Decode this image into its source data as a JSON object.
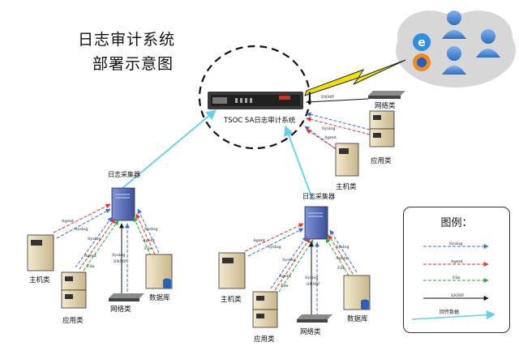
{
  "title": {
    "line1": "日志审计系统",
    "line2": "部署示意图"
  },
  "center_device": {
    "label": "TSOC SA日志审计系统",
    "badge_color": "#c0392b"
  },
  "center_links": {
    "snmp": "SNMP",
    "syslog_agent": "Syslog\nAgent"
  },
  "right_cluster": {
    "network_label": "网络类",
    "app_label": "应用类",
    "host_label": "主机类"
  },
  "left_collector": {
    "title": "日志采集器",
    "host_label": "主机类",
    "app_label": "应用类",
    "network_label": "网络类",
    "db_label": "数据库",
    "links": {
      "agent": "Agent",
      "syslog": "Syslog",
      "agent_file": "Agent\nFile",
      "syslog_snmp": "Syslog\nSNMP",
      "syslog_agent_file": "Syslog\nAgent\nFile"
    }
  },
  "mid_collector": {
    "title": "日志采集器",
    "host_label": "主机类",
    "app_label": "应用类",
    "network_label": "网络类",
    "db_label": "数据库",
    "links": {
      "agent": "Agent",
      "syslog": "Syslog",
      "agent_file": "Agent\nFile",
      "syslog_snmp": "Syslog\nSNMP",
      "syslog_agent_file": "Syslog\nAgent\nFile"
    }
  },
  "legend": {
    "title": "图例：",
    "items": [
      {
        "label": "Syslog",
        "color": "#3b6fd6"
      },
      {
        "label": "Agent",
        "color": "#e0342c"
      },
      {
        "label": "File",
        "color": "#2ea83a"
      },
      {
        "label": "SNMP",
        "color": "#111111"
      },
      {
        "label": "回传数据",
        "color": "#62d0ee"
      }
    ]
  },
  "colors": {
    "syslog": "#3b6fd6",
    "agent": "#e0342c",
    "file": "#2ea83a",
    "snmp": "#111111",
    "return": "#62d0ee",
    "bolt": "#f2e200",
    "cloud": "#d7d7d7"
  }
}
